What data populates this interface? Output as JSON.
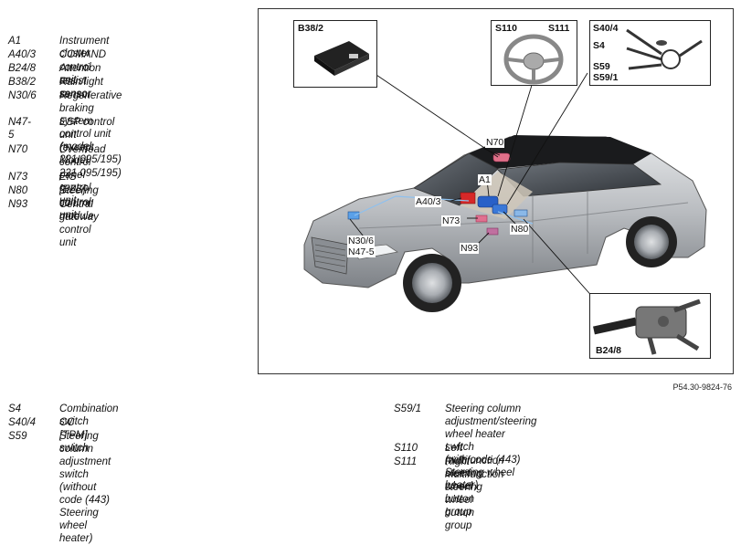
{
  "legend_top": [
    {
      "code": "A1",
      "desc": "Instrument cluster"
    },
    {
      "code": "A40/3",
      "desc": "COMAND control unit"
    },
    {
      "code": "B24/8",
      "desc": "Attention assist sensor"
    },
    {
      "code": "B38/2",
      "desc": "Rain/light sensor"
    },
    {
      "code": "N30/6",
      "desc": "Regenerative braking system\ncontrol unit (model 221.095/195)"
    },
    {
      "code": "N47-5",
      "desc": "ESP control unit\n(except Model 221.095/195)"
    },
    {
      "code": "N70",
      "desc": "Overhead control panel control\nunit"
    },
    {
      "code": "N73",
      "desc": "EIS [EZS] control unit"
    },
    {
      "code": "N80",
      "desc": "Steering column module"
    },
    {
      "code": "N93",
      "desc": "Central gateway control unit"
    }
  ],
  "legend_bottom_left": [
    {
      "code": "S4",
      "desc": "Combination switch"
    },
    {
      "code": "S40/4",
      "desc": "CC [TPM] switch"
    },
    {
      "code": "S59",
      "desc": "Steering column adjustment switch\n(without code (443) Steering wheel heater)"
    }
  ],
  "legend_bottom_right": [
    {
      "code": "S59/1",
      "desc": "Steering column adjustment/steering wheel heater\nswitch\n(with code (443) Steering wheel heater)"
    },
    {
      "code": "S110",
      "desc": "Left multifunction steering wheel button group"
    },
    {
      "code": "S111",
      "desc": "Right multifunction steering wheel button group"
    }
  ],
  "figure": {
    "ref": "P54.30-9824-76",
    "insets": {
      "b38": "B38/2",
      "wheel_left": "S110",
      "wheel_right": "S111",
      "switch_1": "S40/4",
      "switch_2": "S4",
      "switch_3": "S59",
      "switch_4": "S59/1",
      "b24": "B24/8"
    },
    "callouts": {
      "n70": "N70",
      "a1": "A1",
      "a40": "A40/3",
      "n73": "N73",
      "n80": "N80",
      "n30": "N30/6",
      "n47": "N47-5",
      "n93": "N93"
    }
  }
}
